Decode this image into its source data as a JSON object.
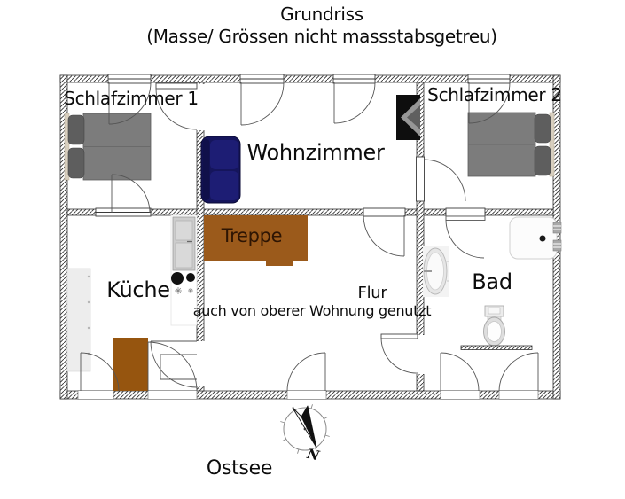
{
  "title": "Grundriss",
  "subtitle": "(Masse/ Grössen nicht massstabsgetreu)",
  "rooms": {
    "schlafzimmer1": "Schlafzimmer 1",
    "wohnzimmer": "Wohnzimmer",
    "schlafzimmer2": "Schlafzimmer 2",
    "kueche": "Küche",
    "treppe": "Treppe",
    "flur": "Flur",
    "flur_note": "auch von oberer Wohnung genutzt",
    "bad": "Bad"
  },
  "compass": {
    "north_label": "N"
  },
  "caption": "Ostsee",
  "colors": {
    "stairs_brown": "#9b5a1b",
    "kitchen_brown": "#96550f",
    "sofa_navy": "#15155c",
    "bed_gray": "#7c7c7c",
    "wall_line": "#2a2a2a"
  }
}
